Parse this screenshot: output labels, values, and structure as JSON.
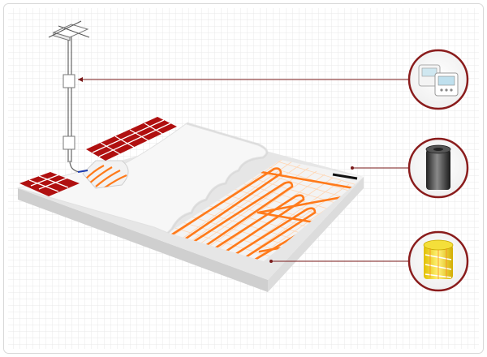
{
  "diagram": {
    "subject": "underfloor-heating-installation",
    "colors": {
      "frame_border": "#d8d8d8",
      "grid_line": "#e9e9e9",
      "tile_red": "#b01010",
      "tile_grout": "#ffffff",
      "slab": "#e6e6e6",
      "screed": "#f4f4f4",
      "mat_base": "#f2f2f2",
      "mat_grid": "#ffd8b8",
      "heating_cable": "#ff7a1a",
      "callout_line": "#7a1a1a",
      "callout_ring": "#8a1c1c"
    },
    "components": [
      {
        "id": "thermostat",
        "icon": "thermostat-icon"
      },
      {
        "id": "insulation-roll",
        "icon": "insulation-roll-icon"
      },
      {
        "id": "heating-mat-roll",
        "icon": "heating-mat-roll-icon"
      }
    ]
  }
}
